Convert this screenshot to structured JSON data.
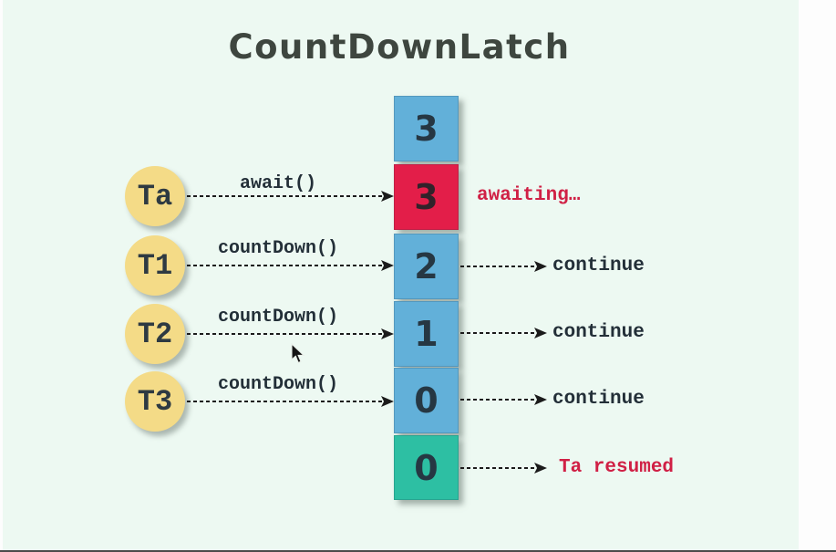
{
  "title": "CountDownLatch",
  "palette": {
    "background": "#edf9f2",
    "page_edge": "#fdfdfd",
    "cell_blue": "#62b0d9",
    "cell_red": "#e31e49",
    "cell_teal": "#2dbfa3",
    "thread_yellow": "#f4db87",
    "text_dark": "#232f38",
    "text_red": "#d02045",
    "arrow_black": "#1b1b1b"
  },
  "latch": {
    "cells": [
      {
        "value": "3",
        "state": "pending"
      },
      {
        "value": "3",
        "state": "awaiting"
      },
      {
        "value": "2",
        "state": "pending"
      },
      {
        "value": "1",
        "state": "pending"
      },
      {
        "value": "0",
        "state": "pending"
      },
      {
        "value": "0",
        "state": "released"
      }
    ]
  },
  "threads": [
    {
      "name": "Ta",
      "call": "await()"
    },
    {
      "name": "T1",
      "call": "countDown()"
    },
    {
      "name": "T2",
      "call": "countDown()"
    },
    {
      "name": "T3",
      "call": "countDown()"
    }
  ],
  "annotations": {
    "awaiting": "awaiting…",
    "continue_1": "continue",
    "continue_2": "continue",
    "continue_3": "continue",
    "resumed": "Ta resumed"
  }
}
